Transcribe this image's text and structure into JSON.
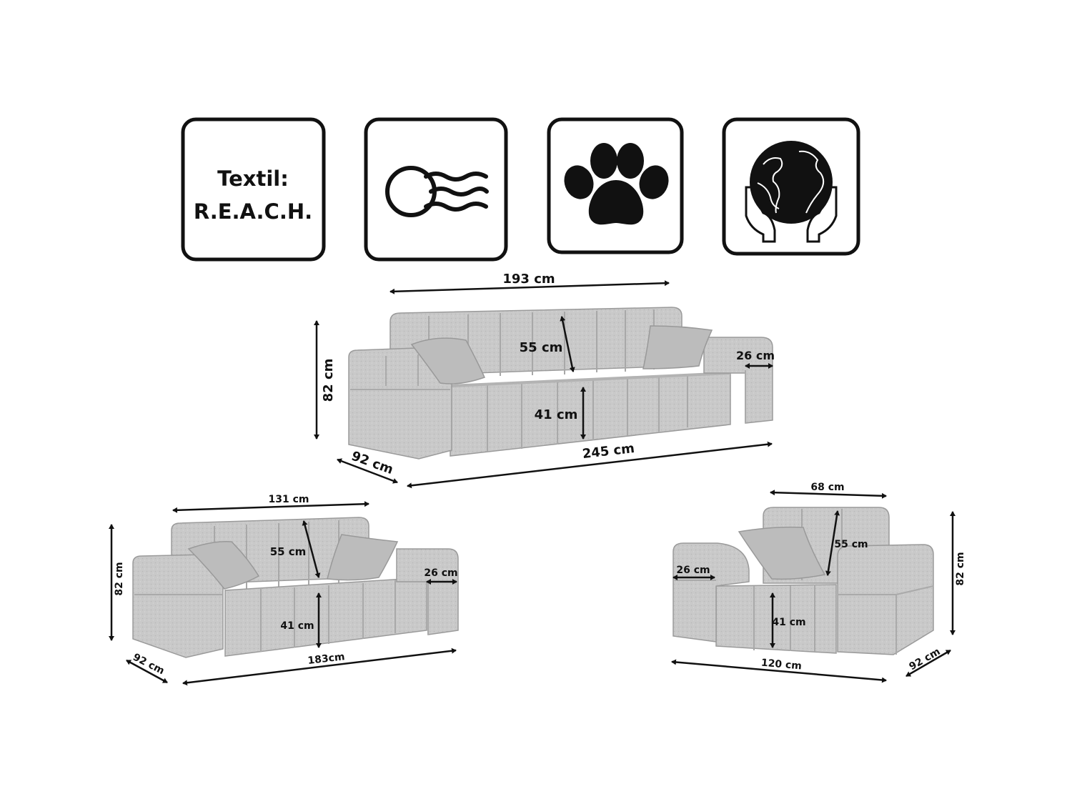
{
  "colors": {
    "icon_border": "#111111",
    "fabric_light": "#cfcfcf",
    "fabric_mid": "#bdbdbd",
    "fabric_dark": "#a5a5a5",
    "dimension_line": "#111111"
  },
  "icons": [
    {
      "name": "reach-textile-icon",
      "line1": "Textil:",
      "line2": "R.E.A.C.H."
    },
    {
      "name": "breathable-fabric-icon"
    },
    {
      "name": "pet-friendly-paw-icon"
    },
    {
      "name": "eco-globe-hands-icon"
    }
  ],
  "sofa3": {
    "back_width": "193 cm",
    "height": "82 cm",
    "back_height": "55 cm",
    "armrest": "26 cm",
    "seat_height": "41 cm",
    "depth": "92 cm",
    "width": "245 cm"
  },
  "sofa2": {
    "back_width": "131 cm",
    "height": "82 cm",
    "back_height": "55 cm",
    "armrest": "26 cm",
    "seat_height": "41 cm",
    "depth": "92 cm",
    "width": "183cm"
  },
  "armchair": {
    "back_width": "68 cm",
    "back_height": "55 cm",
    "height": "82 cm",
    "armrest": "26 cm",
    "seat_height": "41 cm",
    "width": "120 cm",
    "depth": "92 cm"
  }
}
